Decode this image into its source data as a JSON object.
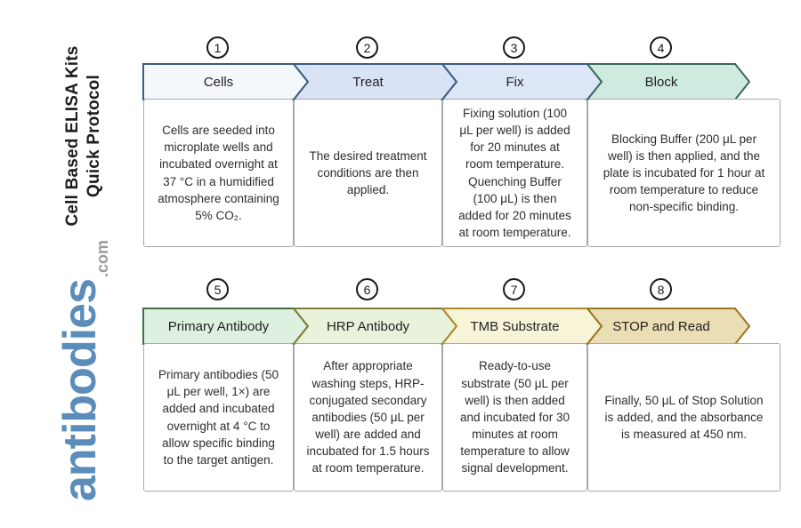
{
  "header": {
    "title_line1": "Cell Based ELISA Kits",
    "title_line2": "Quick Protocol"
  },
  "brand": {
    "name": "antibodies",
    "suffix": ".com",
    "name_color": "#5b8cba",
    "suffix_color": "#9a9a9a"
  },
  "steps": [
    {
      "num": "1",
      "label": "Cells",
      "desc": "Cells are seeded into microplate wells and incubated overnight at 37 °C in a humidified atmosphere containing 5% CO₂.",
      "arrow_fill": "#f4f8fb",
      "arrow_stroke": "#3c5c82"
    },
    {
      "num": "2",
      "label": "Treat",
      "desc": "The desired treatment conditions are then applied.",
      "arrow_fill": "#d9e3f6",
      "arrow_stroke": "#3c5c82"
    },
    {
      "num": "3",
      "label": "Fix",
      "desc": "Fixing solution (100 μL per well) is added for 20 minutes at room temperature. Quenching Buffer (100 μL) is then added for 20 minutes at room temperature.",
      "arrow_fill": "#dde6f6",
      "arrow_stroke": "#3c5c82"
    },
    {
      "num": "4",
      "label": "Block",
      "desc": "Blocking Buffer (200 μL per well) is then applied, and the plate is incubated for 1 hour at room temperature to reduce non-specific binding.",
      "arrow_fill": "#cfeade",
      "arrow_stroke": "#38685c"
    },
    {
      "num": "5",
      "label": "Primary Antibody",
      "desc": "Primary antibodies (50 μL per well, 1×) are added and incubated overnight at 4 °C to allow specific binding to the target antigen.",
      "arrow_fill": "#def0e0",
      "arrow_stroke": "#44703f"
    },
    {
      "num": "6",
      "label": "HRP Antibody",
      "desc": "After appropriate washing steps, HRP-conjugated secondary antibodies (50 μL per well) are added and incubated for 1.5 hours at room temperature.",
      "arrow_fill": "#e9f2db",
      "arrow_stroke": "#7c7c34"
    },
    {
      "num": "7",
      "label": "TMB Substrate",
      "desc": "Ready-to-use substrate (50 μL per well) is then added and incubated for 30 minutes at room temperature to allow signal development.",
      "arrow_fill": "#f8f4d8",
      "arrow_stroke": "#ab8a2e"
    },
    {
      "num": "8",
      "label": "STOP and Read",
      "desc": "Finally, 50 μL of Stop Solution is added, and the absorbance is measured at 450 nm.",
      "arrow_fill": "#ecdeb4",
      "arrow_stroke": "#96761f"
    }
  ]
}
